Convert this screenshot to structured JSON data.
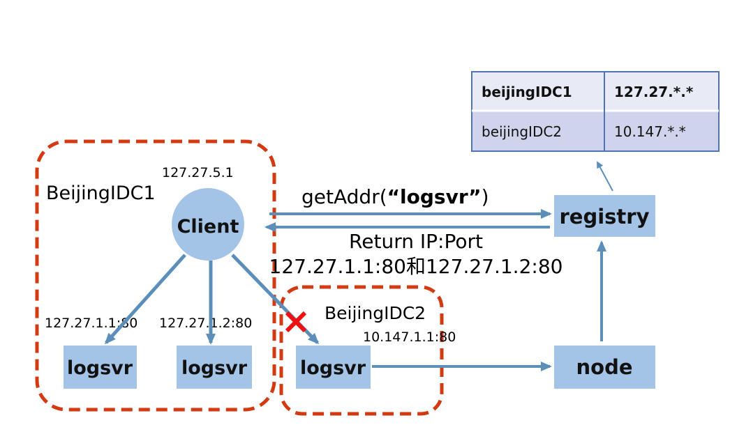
{
  "zones": {
    "idc1_label": "BeijingIDC1",
    "idc2_label": "BeijingIDC2"
  },
  "nodes": {
    "client": "Client",
    "client_ip": "127.27.5.1",
    "logsvr": "logsvr",
    "logsvr1_addr": "127.27.1.1:80",
    "logsvr2_addr": "127.27.1.2:80",
    "logsvr3_addr": "10.147.1.1:80",
    "registry": "registry",
    "node": "node"
  },
  "messages": {
    "request_prefix": "getAddr(",
    "request_arg": "“logsvr”",
    "request_suffix": ")",
    "response_line1": "Return IP:Port",
    "response_line2": "127.27.1.1:80和127.27.1.2:80"
  },
  "blocked_icon": "cross-icon",
  "registry_table": {
    "rows": [
      {
        "idc": "beijingIDC1",
        "ip": "127.27.*.*"
      },
      {
        "idc": "beijingIDC2",
        "ip": "10.147.*.*"
      }
    ]
  },
  "colors": {
    "box_fill": "#a4c4e7",
    "arrow": "#5b8fb9",
    "zone_border": "#d33a12",
    "cross": "#ee1111",
    "table_header": "#e8eaf5",
    "table_row": "#cfd4ec",
    "table_border": "#4f72b8"
  }
}
